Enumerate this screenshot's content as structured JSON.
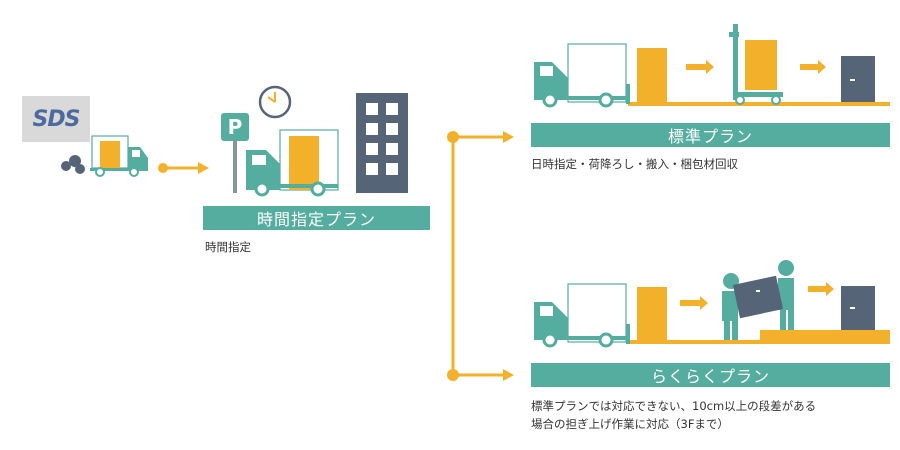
{
  "brand": {
    "logo_text": "SDS"
  },
  "plans": {
    "time": {
      "title": "時間指定プラン",
      "desc_lines": [
        "時間指定"
      ]
    },
    "standard": {
      "title": "標準プラン",
      "desc_lines": [
        "日時指定・荷降ろし・搬入・梱包材回収"
      ]
    },
    "easy": {
      "title": "らくらくプラン",
      "desc_lines": [
        "標準プランでは対応できない、10cm以上の段差がある",
        "場合の担ぎ上げ作業に対応（3Fまで）"
      ]
    }
  },
  "icons": [
    "truck-icon",
    "parking-sign-icon",
    "clock-icon",
    "building-icon",
    "door-icon",
    "hand-cart-icon",
    "movers-icon",
    "arrow-icon"
  ],
  "colors": {
    "teal": "#55ad9f",
    "orange": "#f3b12b",
    "navy": "#566478",
    "logo_gray": "#d9d9d9",
    "logo_blue": "#4d6a9e"
  }
}
